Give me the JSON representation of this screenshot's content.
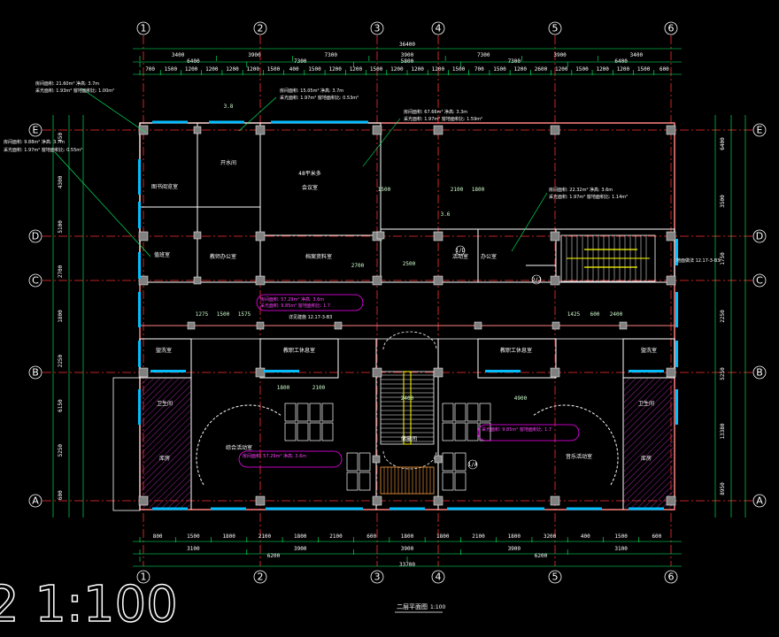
{
  "drawing": {
    "title": "二层平面图",
    "title_scale": "1:100",
    "big_scale": "2 1:100",
    "colors": {
      "background": "#000000",
      "axis": "#ff3030",
      "wall": "#ff8080",
      "wall_fill": "#ffffff",
      "dimension": "#00ff66",
      "column": "#808080",
      "window": "#00bfff",
      "stair": "#ffff00",
      "magenta": "#ff00ff",
      "hatch": "#ff40ff",
      "text": "#ffffff"
    },
    "axes_v": [
      "1",
      "2",
      "3",
      "4",
      "5",
      "6"
    ],
    "axes_h": [
      "E",
      "D",
      "C",
      "B",
      "A"
    ],
    "dims_top_total": "36400",
    "dims_top_bays": [
      "3400",
      "3900",
      "7300",
      "3900",
      "7300",
      "3900",
      "3400"
    ],
    "dims_top_mid": [
      "6400",
      "7300",
      "5800",
      "7300",
      "6400"
    ],
    "dims_top_detail": [
      "700",
      "1500",
      "1200",
      "1200",
      "1200",
      "1200",
      "1500",
      "400",
      "1500",
      "1200",
      "1200",
      "1500",
      "1200",
      "1200",
      "1200",
      "1500",
      "700",
      "1500",
      "1200",
      "2600",
      "1200",
      "1500",
      "1200",
      "1200",
      "1500",
      "600"
    ],
    "dims_bottom_detail": [
      "800",
      "1500",
      "1800",
      "2100",
      "1800",
      "2100",
      "600",
      "1800",
      "1800",
      "2100",
      "1800",
      "3200",
      "400",
      "1500",
      "600"
    ],
    "dims_bottom_mid": [
      "3100",
      "3900",
      "3900",
      "3900",
      "3100"
    ],
    "dims_bottom_pair": [
      "6200",
      "6200"
    ],
    "dims_bottom_total": "33700",
    "dims_left": [
      "450",
      "4300",
      "5100",
      "2700",
      "1800",
      "2250",
      "6150",
      "5250",
      "600"
    ],
    "dims_right": [
      "6400",
      "3500",
      "1750",
      "2250",
      "5250",
      "13380",
      "8950"
    ],
    "rooms": [
      "图书阅览室",
      "开水间",
      "48平米多",
      "会议室",
      "档案资料室",
      "教师办公室",
      "办公室",
      "值班室",
      "活动室",
      "储藏间",
      "教职工休息室",
      "盥洗室",
      "卫生间",
      "综合活动室",
      "音乐活动室",
      "库房"
    ],
    "dims_misc": [
      "2100",
      "1800",
      "1500",
      "2400",
      "2500",
      "2700",
      "4900",
      "1275",
      "1500",
      "1575",
      "1425",
      "600",
      "2400",
      "2100",
      "1800",
      "3.8",
      "3.6"
    ],
    "axis_tags": [
      "1/D",
      "1/A",
      "D/J"
    ],
    "notes": [
      "房间面积: 21.60m²  净高: 3.7m",
      "采光面积: 1.93m²  窗地面积比: 1.00m²",
      "房间面积: 15.05m²  净高: 3.7m",
      "采光面积: 1.97m²  窗地面积比: 0.53m²",
      "房间面积: 67.66m²  净高: 3.3m",
      "采光面积: 1.97m²  窗地面积比: 1.59m²",
      "房间面积: 9.88m²  净高: 3.7m",
      "采光面积: 1.97m²  窗地面积比: 0.55m²",
      "房间面积: 22.32m²  净高: 3.6m",
      "采光面积: 1.97m²  窗地面积比: 1.14m²",
      "详见建施 12.17-3-B3",
      "地面做法 12.17-3-B3"
    ],
    "magenta_notes": [
      "房间面积: 57.29m²  净高: 3.6m",
      "采光面积: 9.85m²  窗地面积比: 1.7",
      "房间面积: 57.29m²  净高: 3.6m",
      "采光面积: 9.85m²  窗地面积比: 1.7"
    ]
  }
}
